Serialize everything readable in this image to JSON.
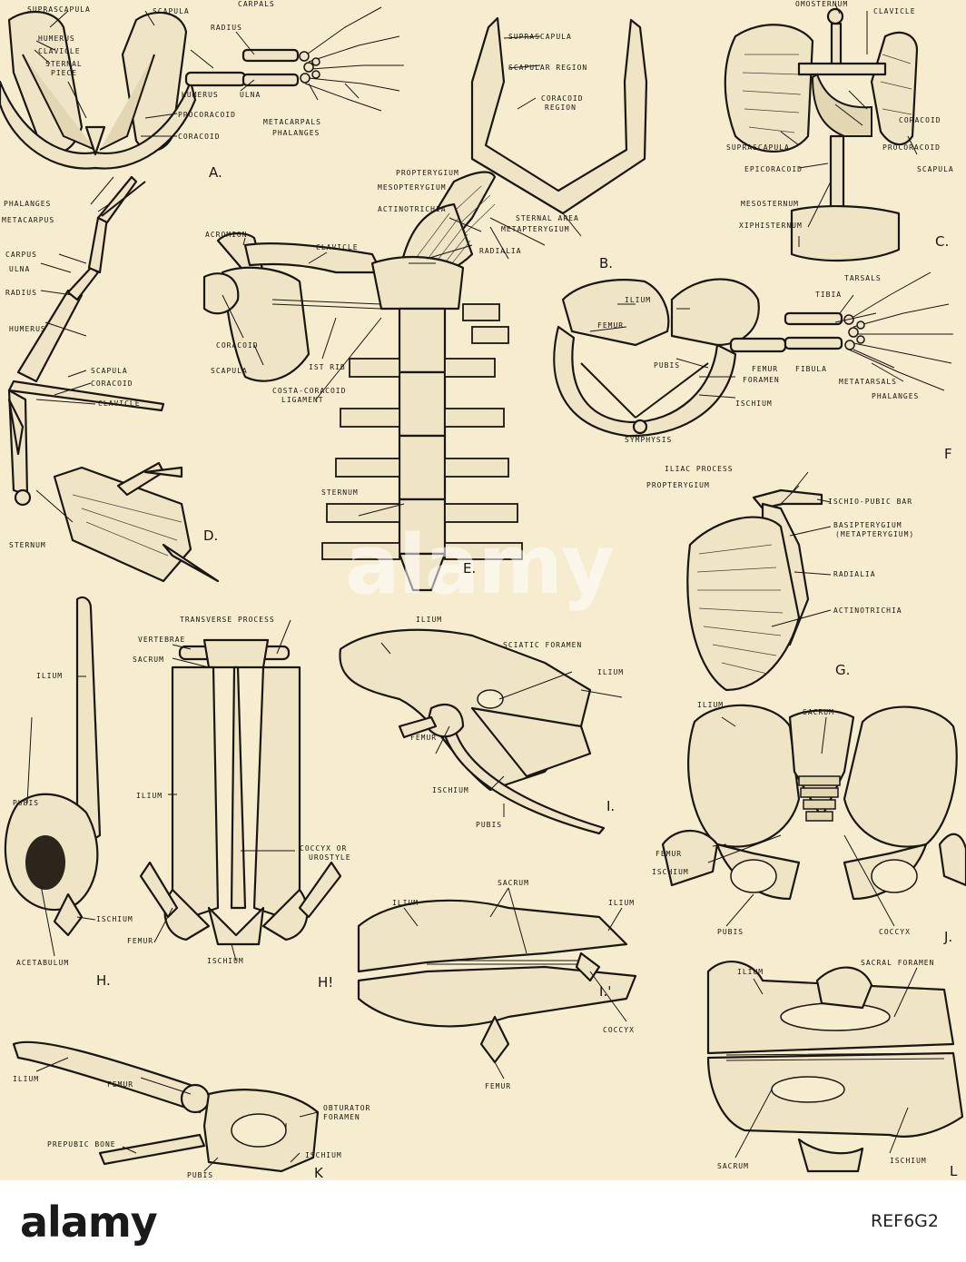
{
  "figure": {
    "labels": {
      "A": [
        "SUPRASCAPULA",
        "SCAPULA",
        "CARPALS",
        "RADIUS",
        "HUMERUS",
        "CLAVICLE",
        "STERNAL",
        "PIECE",
        "HUMERUS",
        "ULNA",
        "PROCORACOID",
        "CORACOID",
        "METACARPALS",
        "PHALANGES"
      ],
      "B": [
        "SUPRASCAPULA",
        "SCAPULAR REGION",
        "CORACOID",
        "REGION",
        "PROPTERYGIUM",
        "MESOPTERYGIUM",
        "ACTINOTRICHIA",
        "STERNAL AREA",
        "METAPTERYGIUM",
        "RADIALIA"
      ],
      "C": [
        "OMOSTERNUM",
        "CLAVICLE",
        "CORACOID",
        "PROCORACOID",
        "SUPRASCAPULA",
        "SCAPULA",
        "EPICORACOID",
        "MESOSTERNUM",
        "XIPHISTERNUM"
      ],
      "D": [
        "PHALANGES",
        "METACARPUS",
        "CARPUS",
        "ULNA",
        "RADIUS",
        "HUMERUS",
        "SCAPULA",
        "CORACOID",
        "CLAVICLE",
        "STERNUM"
      ],
      "E": [
        "ACROMION",
        "CLAVICLE",
        "CORACOID",
        "SCAPULA",
        "IST RIB",
        "COSTA-CORACOID",
        "LIGAMENT",
        "STERNUM"
      ],
      "F": [
        "TARSALS",
        "TIBIA",
        "ILIUM",
        "FEMUR",
        "FEMUR",
        "FIBULA",
        "PUBIS",
        "FORAMEN",
        "METATARSALS",
        "PHALANGES",
        "ISCHIUM",
        "SYMPHYSIS"
      ],
      "G": [
        "ILIAC PROCESS",
        "PROPTERYGIUM",
        "ISCHIO-PUBIC BAR",
        "BASIPTERYGIUM",
        "(METAPTERYGIUM)",
        "RADIALIA",
        "ACTINOTRICHIA"
      ],
      "H": [
        "ILIUM",
        "PUBIS",
        "ISCHIUM",
        "ACETABULUM"
      ],
      "H2": [
        "TRANSVERSE PROCESS",
        "VERTEBRAE",
        "SACRUM",
        "ILIUM",
        "COCCYX OR",
        "UROSTYLE",
        "FEMUR",
        "ISCHIUM"
      ],
      "I": [
        "ILIUM",
        "SCIATIC FORAMEN",
        "ILIUM",
        "FEMUR",
        "ISCHIUM",
        "PUBIS"
      ],
      "I2": [
        "SACRUM",
        "ILIUM",
        "ILIUM",
        "COCCYX",
        "FEMUR"
      ],
      "J": [
        "ILIUM",
        "SACRUM",
        "FEMUR",
        "ISCHIUM",
        "PUBIS",
        "COCCYX"
      ],
      "K": [
        "ILIUM",
        "FEMUR",
        "OBTURATOR",
        "FORAMEN",
        "PREPUBIC BONE",
        "ISCHIUM",
        "PUBIS"
      ],
      "L": [
        "SACRAL FORAMEN",
        "ILIUM",
        "SACRUM",
        "ISCHIUM"
      ]
    },
    "panel_letters": {
      "A": "A.",
      "B": "B.",
      "C": "C.",
      "D": "D.",
      "E": "E.",
      "F": "F",
      "G": "G.",
      "H": "H.",
      "H2": "H!",
      "I": "I.",
      "I2": "I.'",
      "J": "J.",
      "K": "K",
      "L": "L"
    }
  },
  "footer": {
    "logo_text": "alamy",
    "watermark_text": "alamy",
    "stock_id": "REF6G2"
  },
  "colors": {
    "paper": "#f6ecd0",
    "ink": "#1a1712",
    "footer": "#ffffff"
  }
}
